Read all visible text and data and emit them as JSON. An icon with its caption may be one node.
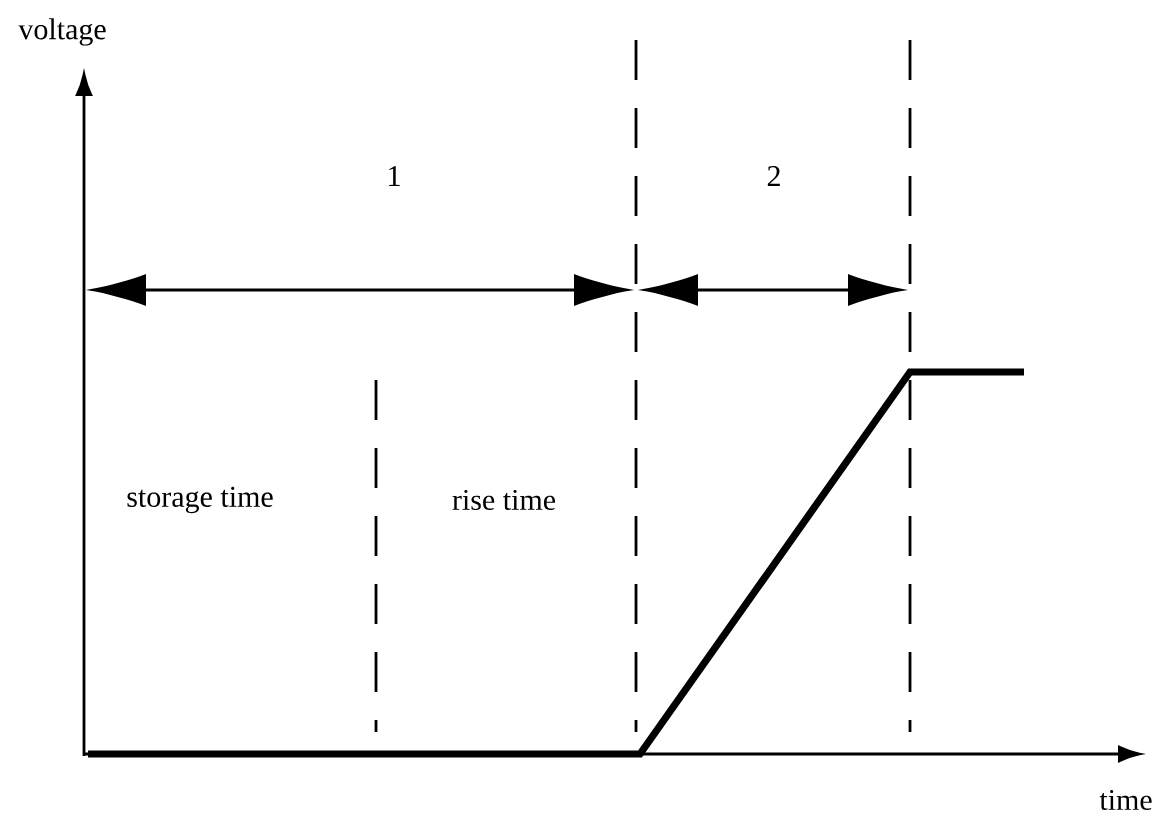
{
  "diagram": {
    "labels": [
      "voltage",
      "1",
      "2",
      "storage time",
      "rise time",
      "time"
    ]
  }
}
